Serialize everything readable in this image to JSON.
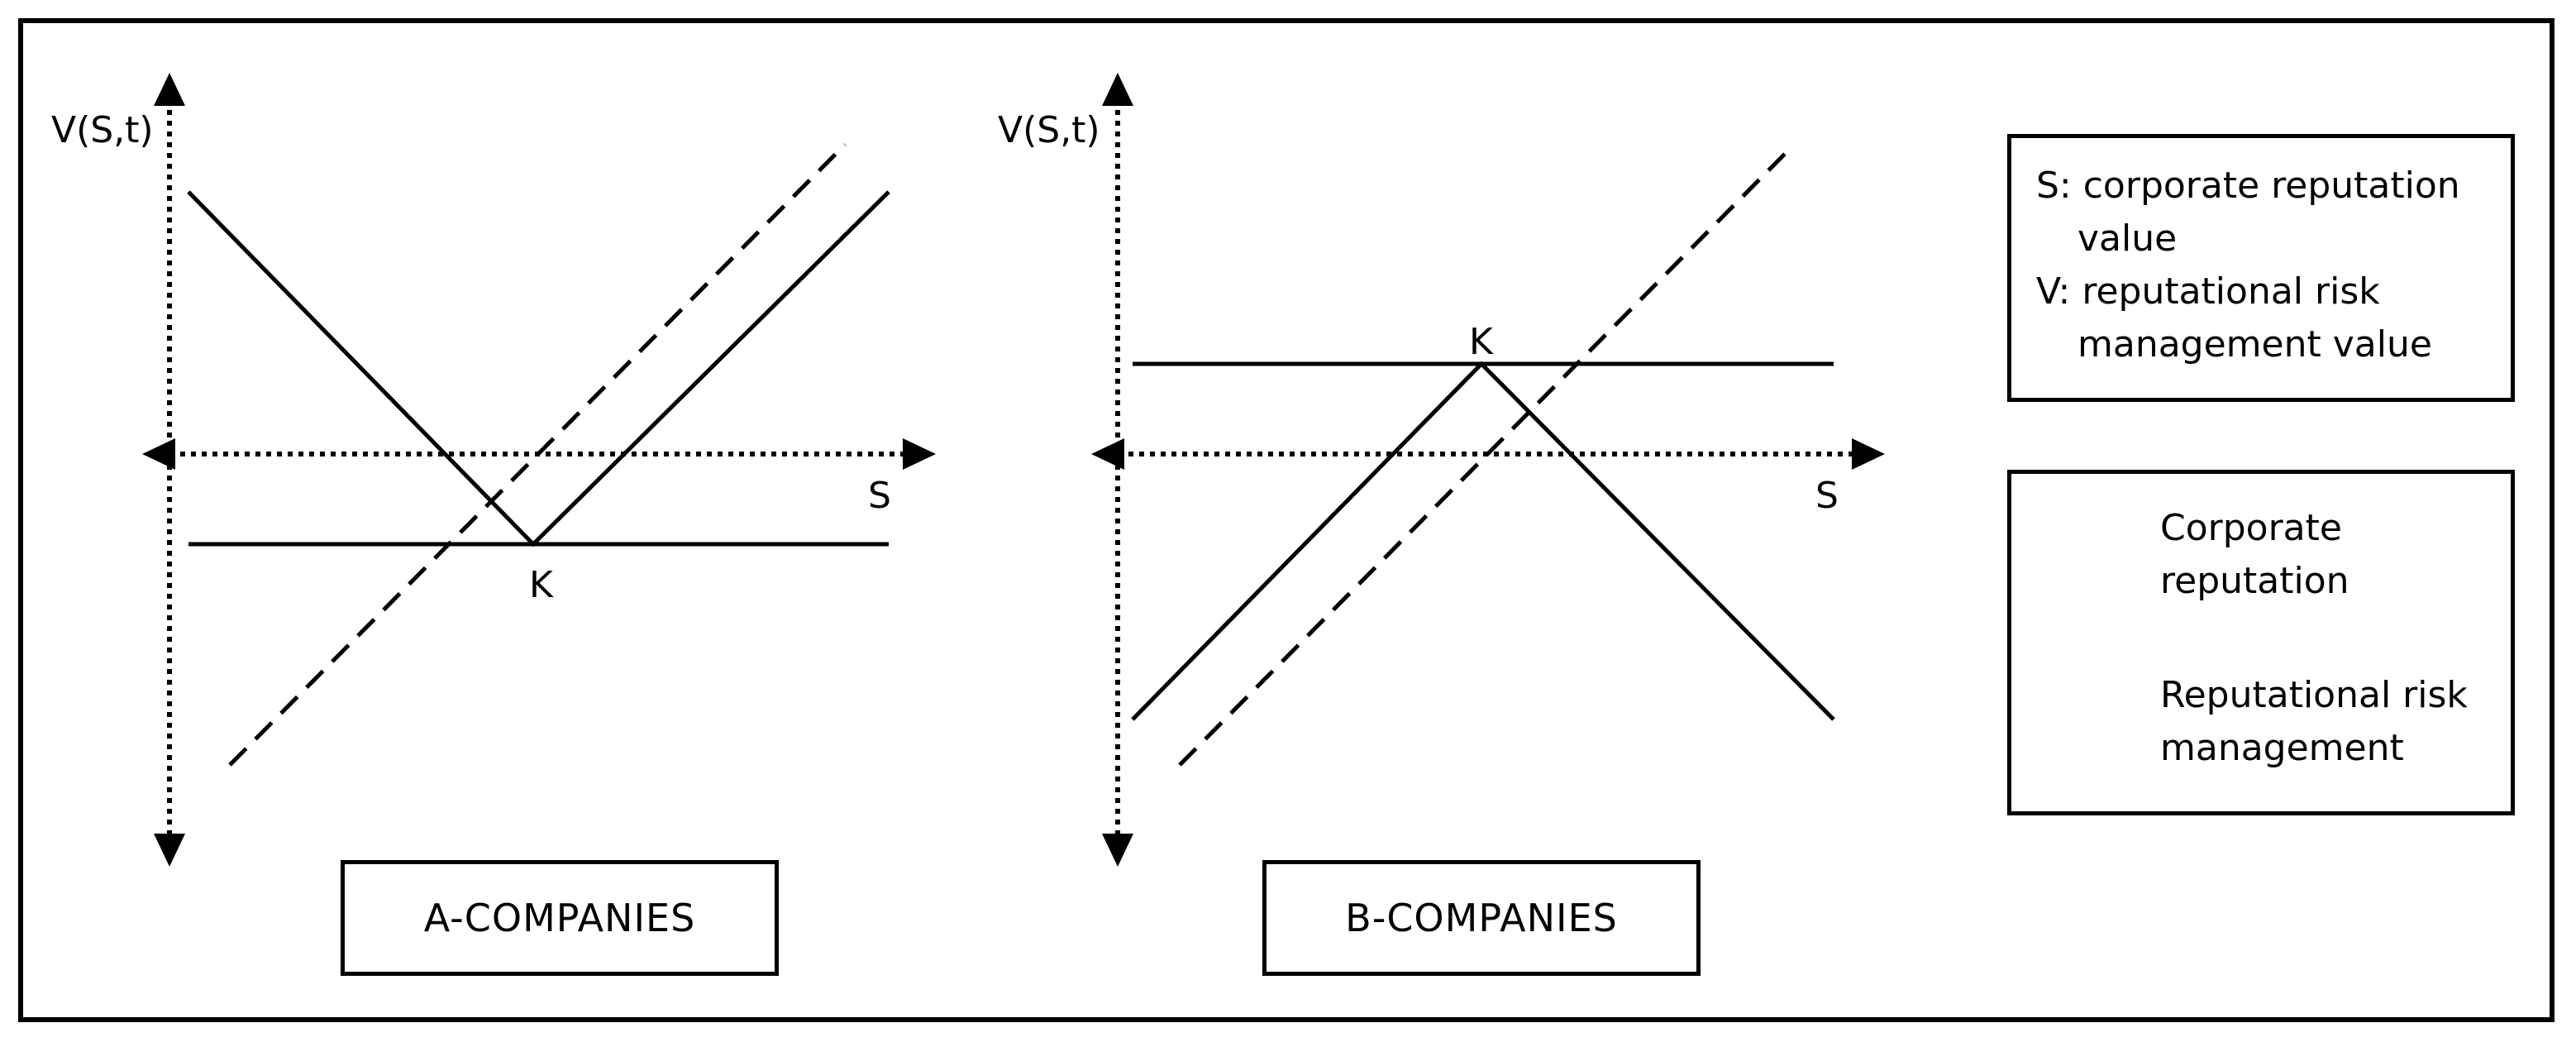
{
  "chart_a": {
    "axis_v_label": "V(S,t)",
    "axis_s_label": "S",
    "strike_label": "K",
    "title": "A-COMPANIES"
  },
  "chart_b": {
    "axis_v_label": "V(S,t)",
    "axis_s_label": "S",
    "strike_label": "K",
    "title": "B-COMPANIES"
  },
  "definitions": {
    "s_line1": "S: corporate reputation",
    "s_line2": "value",
    "v_line1": "V: reputational risk",
    "v_line2": "management value"
  },
  "legend": {
    "dashed_line1": "Corporate",
    "dashed_line2": "reputation",
    "solid_line1": "Reputational risk",
    "solid_line2": "management"
  }
}
